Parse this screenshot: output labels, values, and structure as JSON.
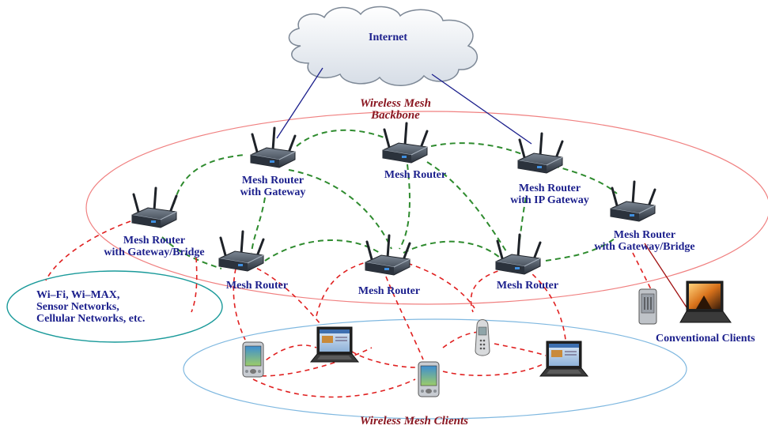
{
  "internet": {
    "label": "Internet"
  },
  "backbone": {
    "line1": "Wireless Mesh",
    "line2": "Backbone"
  },
  "routers": {
    "r_gateway": {
      "line1": "Mesh Router",
      "line2": "with Gateway"
    },
    "r_top_center": {
      "line1": "Mesh Router"
    },
    "r_ip_gateway": {
      "line1": "Mesh Router",
      "line2": "with IP Gateway"
    },
    "r_left_bridge": {
      "line1": "Mesh Router",
      "line2": "with Gateway/Bridge"
    },
    "r_right_bridge": {
      "line1": "Mesh Router",
      "line2": "with Gateway/Bridge"
    },
    "r_bottom_left": {
      "line1": "Mesh Router"
    },
    "r_bottom_center": {
      "line1": "Mesh Router"
    },
    "r_bottom_right": {
      "line1": "Mesh Router"
    }
  },
  "networks": {
    "line1": "Wi–Fi, Wi–MAX,",
    "line2": "Sensor Networks,",
    "line3": "Cellular Networks, etc."
  },
  "conventional_clients": {
    "label": "Conventional Clients"
  },
  "mesh_clients": {
    "label": "Wireless Mesh Clients"
  },
  "colors": {
    "label_blue": "#1b1f8c",
    "label_maroon": "#8a1620",
    "backbone_ellipse": "#f08080",
    "clients_ellipse": "#7fb8e0",
    "networks_ellipse": "#1a9a9a",
    "backbone_link": "#2e8b2e",
    "client_link": "#e02020",
    "internet_link": "#1b1f8c"
  },
  "icons": [
    "cloud-icon",
    "router-icon",
    "pda-icon",
    "laptop-icon",
    "cell-phone-icon"
  ]
}
